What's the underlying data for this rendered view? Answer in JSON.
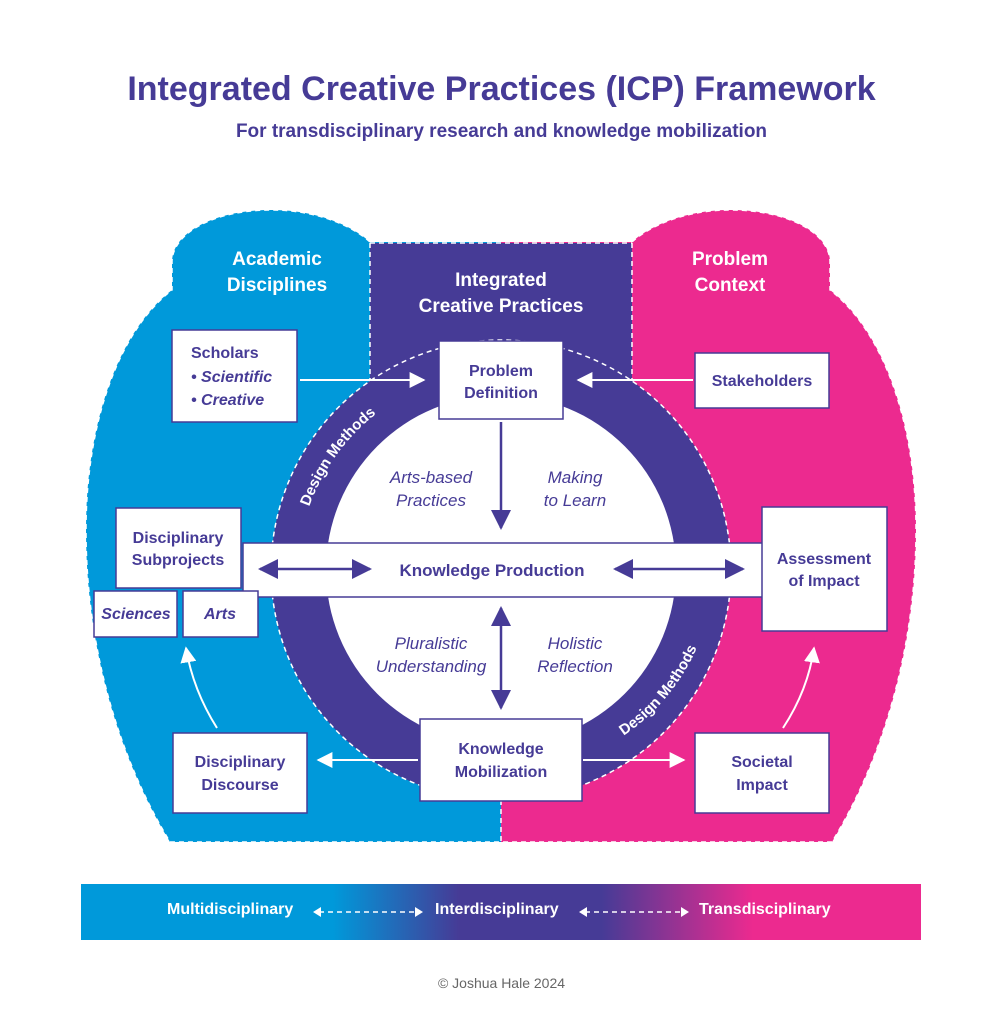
{
  "header": {
    "title": "Integrated Creative Practices (ICP) Framework",
    "subtitle": "For transdisciplinary research and knowledge mobilization"
  },
  "columns": {
    "left": [
      "Academic",
      "Disciplines"
    ],
    "center": [
      "Integrated",
      "Creative Practices"
    ],
    "right": [
      "Problem",
      "Context"
    ]
  },
  "boxes": {
    "scholars": [
      "Scholars",
      "• Scientific",
      "• Creative"
    ],
    "problem_definition": [
      "Problem",
      "Definition"
    ],
    "stakeholders": [
      "Stakeholders"
    ],
    "disciplinary_subprojects": [
      "Disciplinary",
      "Subprojects"
    ],
    "sciences": "Sciences",
    "arts": "Arts",
    "knowledge_production": "Knowledge Production",
    "assessment_of_impact": [
      "Assessment",
      "of Impact"
    ],
    "disciplinary_discourse": [
      "Disciplinary",
      "Discourse"
    ],
    "knowledge_mobilization": [
      "Knowledge",
      "Mobilization"
    ],
    "societal_impact": [
      "Societal",
      "Impact"
    ]
  },
  "circle": {
    "arts_based": [
      "Arts-based",
      "Practices"
    ],
    "making_to_learn": [
      "Making",
      "to Learn"
    ],
    "pluralistic": [
      "Pluralistic",
      "Understanding"
    ],
    "holistic": [
      "Holistic",
      "Reflection"
    ],
    "design_methods": "Design Methods"
  },
  "spectrum": {
    "multi": "Multidisciplinary",
    "inter": "Interdisciplinary",
    "trans": "Transdisciplinary"
  },
  "footer": {
    "copyright": "© Joshua Hale 2024"
  },
  "colors": {
    "cyan": "#0099da",
    "purple": "#463b96",
    "magenta": "#ec2a8f"
  }
}
